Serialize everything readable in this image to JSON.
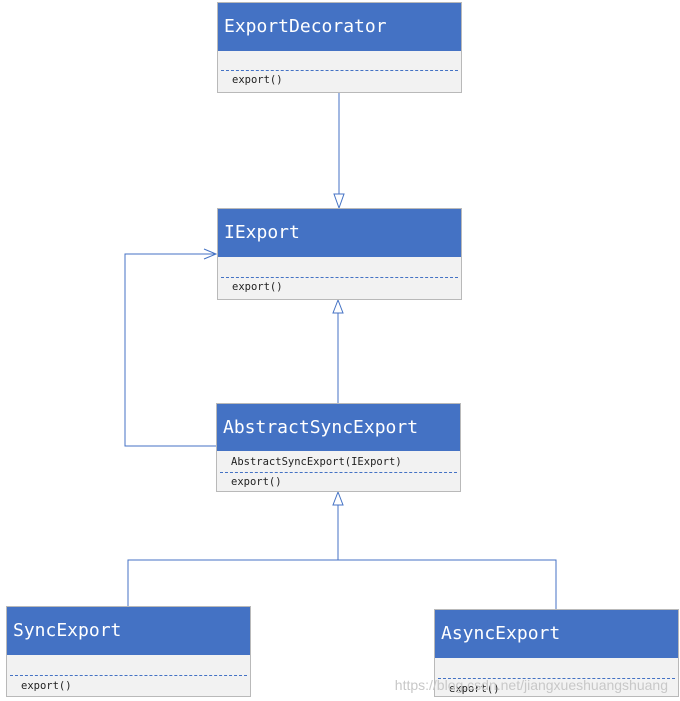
{
  "classes": {
    "export_decorator": {
      "name": "ExportDecorator",
      "methods": [
        "export()"
      ]
    },
    "iexport": {
      "name": "IExport",
      "methods": [
        "export()"
      ]
    },
    "abstract_sync_export": {
      "name": "AbstractSyncExport",
      "constructors": [
        "AbstractSyncExport(IExport)"
      ],
      "methods": [
        "export()"
      ]
    },
    "sync_export": {
      "name": "SyncExport",
      "methods": [
        "export()"
      ]
    },
    "async_export": {
      "name": "AsyncExport",
      "methods": [
        "export()"
      ]
    }
  },
  "relations": [
    {
      "from": "ExportDecorator",
      "to": "IExport",
      "kind": "realization"
    },
    {
      "from": "AbstractSyncExport",
      "to": "IExport",
      "kind": "realization"
    },
    {
      "from": "AbstractSyncExport",
      "to": "IExport",
      "kind": "association"
    },
    {
      "from": "SyncExport",
      "to": "AbstractSyncExport",
      "kind": "generalization"
    },
    {
      "from": "AsyncExport",
      "to": "AbstractSyncExport",
      "kind": "generalization"
    }
  ],
  "colors": {
    "header": "#4472c4",
    "header_text": "#ffffff",
    "body": "#f2f2f2",
    "line": "#4472c4",
    "border": "#b9b9b9"
  },
  "watermark": "https://blog.csdn.net/jiangxueshuangshuang"
}
